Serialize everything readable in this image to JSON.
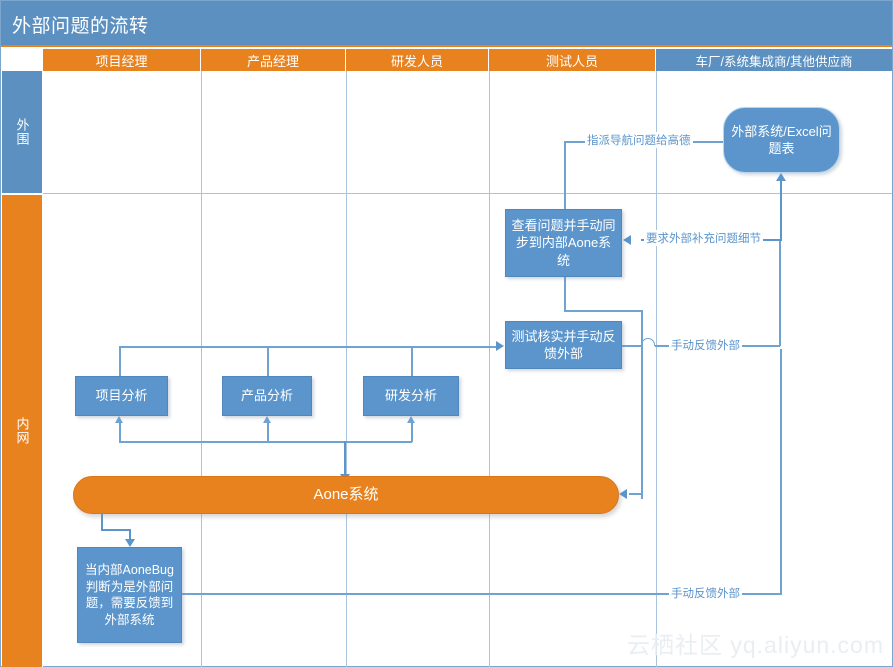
{
  "header": {
    "title": "外部问题的流转",
    "accent_orange": "#e8821e",
    "accent_blue": "#5b90c0"
  },
  "columns": [
    {
      "label": "项目经理",
      "style": "orange"
    },
    {
      "label": "产品经理",
      "style": "orange"
    },
    {
      "label": "研发人员",
      "style": "orange"
    },
    {
      "label": "测试人员",
      "style": "orange"
    },
    {
      "label": "车厂/系统集成商/其他供应商",
      "style": "blue"
    }
  ],
  "lanes": [
    {
      "label": "外围",
      "style": "blue"
    },
    {
      "label": "内网",
      "style": "orange"
    }
  ],
  "nodes": {
    "external_system": "外部系统/Excel问题表",
    "view_sync": "查看问题并手动同步到内部Aone系统",
    "verify_feedback": "测试核实并手动反馈外部",
    "project_analysis": "项目分析",
    "product_analysis": "产品分析",
    "rd_analysis": "研发分析",
    "aone_system": "Aone系统",
    "internal_bug_note": "当内部AoneBug判断为是外部问题，需要反馈到外部系统"
  },
  "edge_labels": {
    "assign_nav": "指派导航问题给高德",
    "request_details": "要求外部补充问题细节",
    "manual_feedback_1": "手动反馈外部",
    "manual_feedback_2": "手动反馈外部"
  },
  "watermark": "云栖社区 yq.aliyun.com"
}
